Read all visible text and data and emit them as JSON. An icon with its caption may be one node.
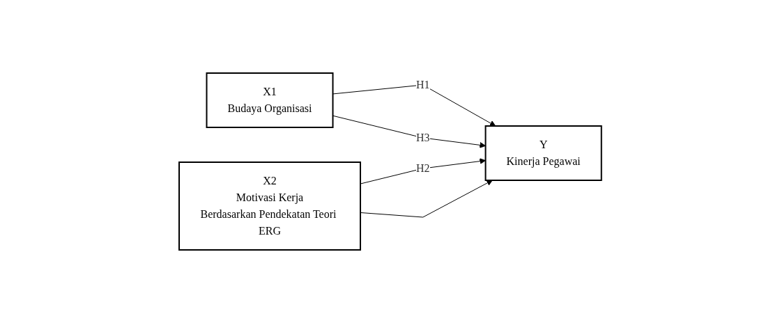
{
  "diagram": {
    "nodes": [
      {
        "text": [
          "X1",
          "Budaya Organisasi"
        ]
      },
      {
        "text": [
          "X2",
          "Motivasi Kerja",
          "Berdasarkan Pendekatan Teori ERG"
        ]
      },
      {
        "text": [
          "Y",
          "Kinerja Pegawai"
        ]
      }
    ],
    "edges": [
      {
        "from": 0,
        "to": 2,
        "arrow": "to",
        "label": "H1"
      },
      {
        "from": 1,
        "to": 2,
        "arrow": "to",
        "label": "H2"
      },
      {
        "from": 0,
        "to": 2,
        "arrow": "to",
        "label": "H3"
      },
      {
        "from": 1,
        "to": 2,
        "arrow": "to"
      }
    ]
  }
}
